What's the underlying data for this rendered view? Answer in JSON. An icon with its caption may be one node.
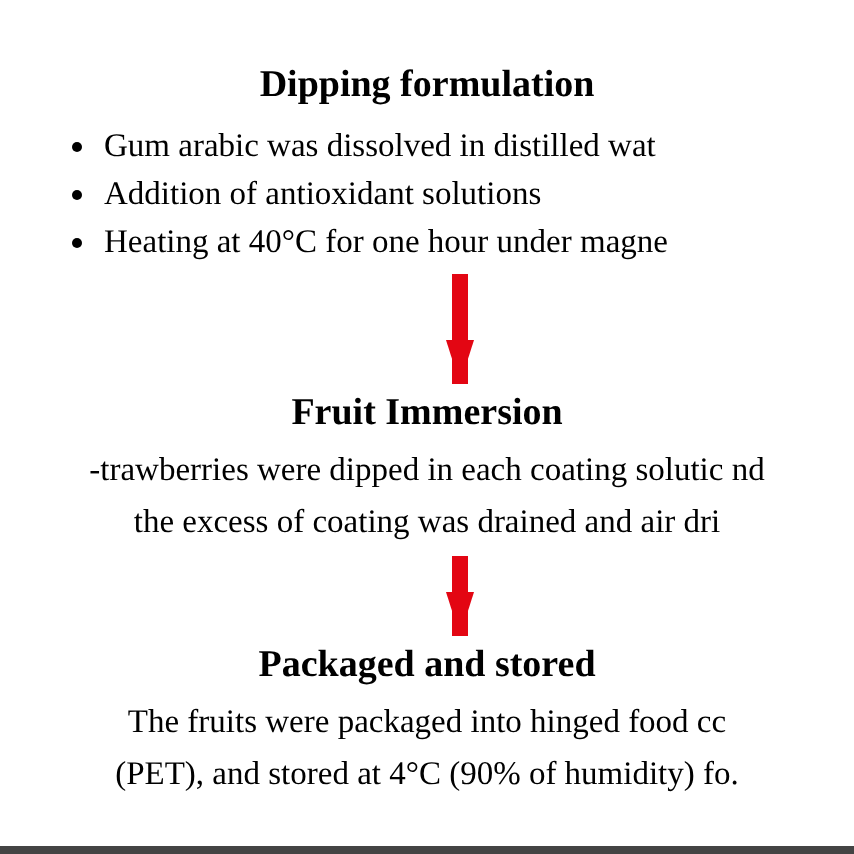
{
  "diagram": {
    "nodes": [
      {
        "text": [
          "Dipping formulation",
          "Gum arabic was dissolved in distilled wat",
          "Addition of antioxidant solutions",
          "Heating at 40°C for one hour under magne"
        ]
      },
      {
        "text": [
          "Fruit Immersion",
          "-trawberries were dipped in each coating solutic nd the excess of coating was drained and air dri"
        ]
      },
      {
        "text": [
          "Packaged and stored",
          "The fruits were packaged into hinged food cc (PET), and stored at 4°C (90% of humidity) fo."
        ]
      }
    ],
    "edges": [
      {
        "from": 0,
        "to": 1,
        "arrow": "to"
      },
      {
        "from": 1,
        "to": 2,
        "arrow": "to"
      }
    ]
  }
}
